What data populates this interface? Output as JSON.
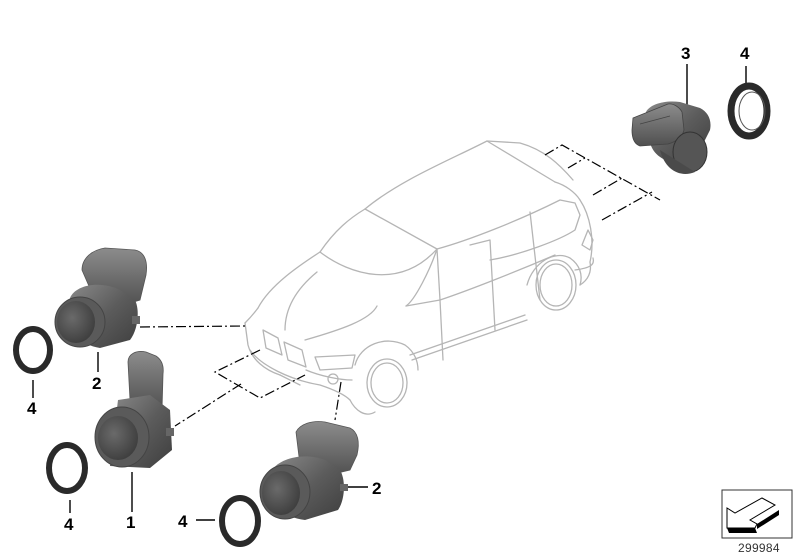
{
  "diagram": {
    "type": "exploded parts diagram",
    "subject": "Park distance control ultrasonic sensors and mounting rings on SUV",
    "diagram_id": "299984",
    "colors": {
      "car_outline": "#b5b5b5",
      "part_body": "#555555",
      "part_highlight": "#7a7a7a",
      "ring": "#2a2a2a",
      "leader_line": "#000000"
    }
  },
  "callouts": [
    {
      "id": "c1",
      "label": "1",
      "part": "ultrasonic sensor (vertical connector)"
    },
    {
      "id": "c2a",
      "label": "2",
      "part": "ultrasonic sensor (front left)"
    },
    {
      "id": "c2b",
      "label": "2",
      "part": "ultrasonic sensor (front lower)"
    },
    {
      "id": "c3",
      "label": "3",
      "part": "ultrasonic sensor (rear)"
    },
    {
      "id": "c4a",
      "label": "4",
      "part": "mounting ring (rear)"
    },
    {
      "id": "c4b",
      "label": "4",
      "part": "mounting ring (left)"
    },
    {
      "id": "c4c",
      "label": "4",
      "part": "mounting ring (lower left)"
    },
    {
      "id": "c4d",
      "label": "4",
      "part": "mounting ring (bottom)"
    }
  ],
  "icons": {
    "navigation_arrow": "arrow-down-left-icon"
  }
}
